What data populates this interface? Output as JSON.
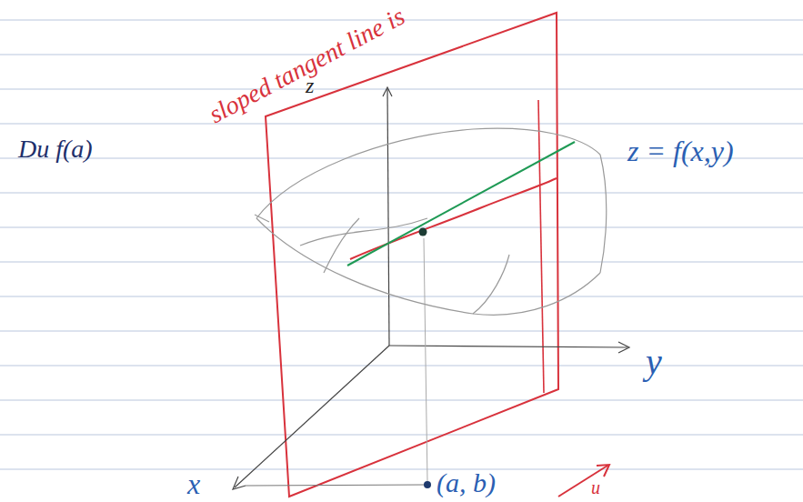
{
  "diagram": {
    "labels": [
      "sloped tangent line is",
      "z",
      "z = f(x,y)",
      "Du f(a)",
      "y",
      "x",
      "(a, b)",
      "u"
    ]
  }
}
